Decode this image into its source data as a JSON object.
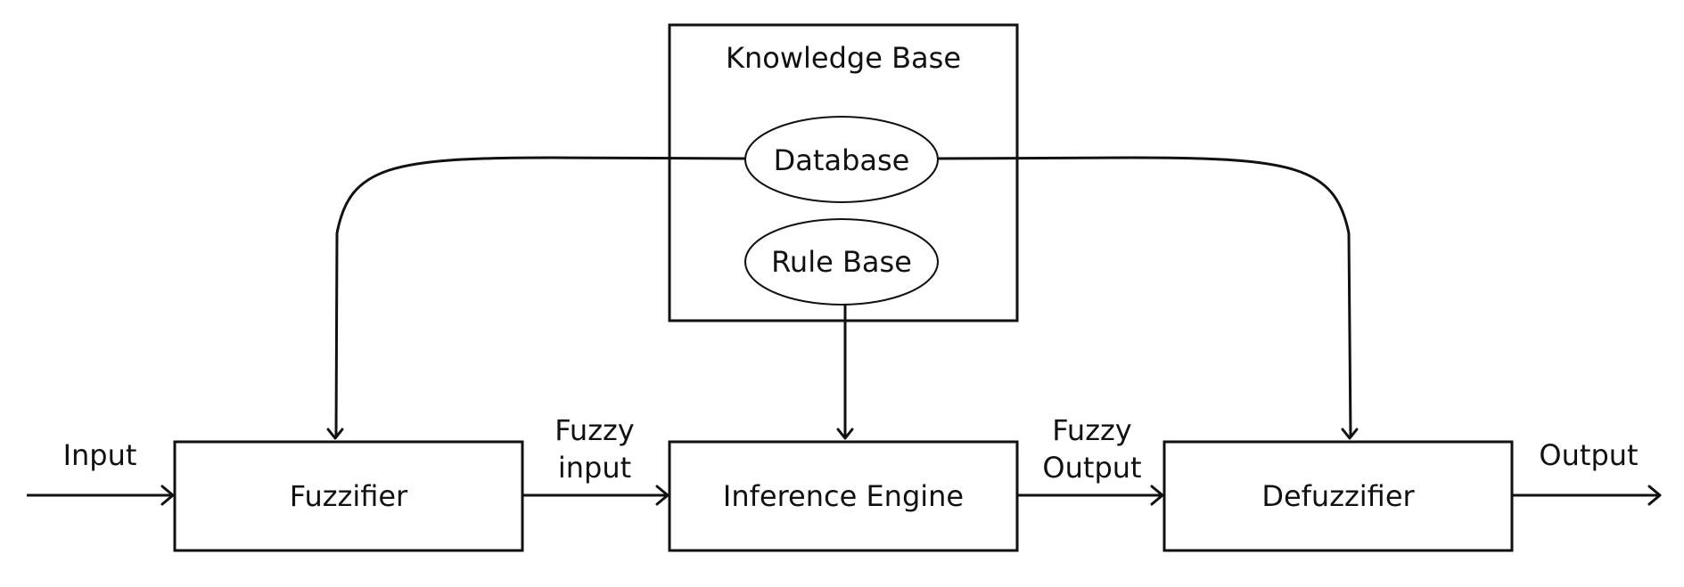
{
  "blocks": {
    "knowledge_base": "Knowledge Base",
    "database": "Database",
    "rule_base": "Rule Base",
    "fuzzifier": "Fuzzifier",
    "inference_engine": "Inference Engine",
    "defuzzifier": "Defuzzifier"
  },
  "signals": {
    "input": "Input",
    "fuzzy_input": [
      "Fuzzy",
      "input"
    ],
    "fuzzy_output": [
      "Fuzzy",
      "Output"
    ],
    "output": "Output"
  },
  "colors": {
    "stroke": "#111111",
    "background": "#ffffff"
  }
}
